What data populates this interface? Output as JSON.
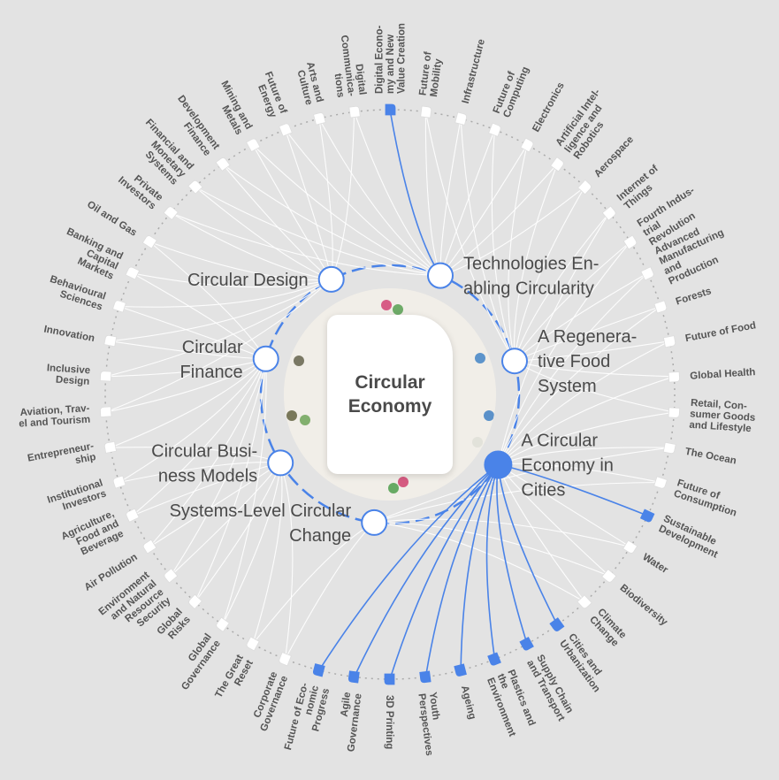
{
  "center": {
    "title": "Circular\nEconomy"
  },
  "colors": {
    "highlight": "#4a83e8",
    "link": "#ffffff",
    "ring": "#aaaaaa",
    "text": "#555555"
  },
  "selected_topic": "A Circular Economy in Cities",
  "inner_topics": [
    {
      "label": "Technologies Enabling Circularity",
      "lines": [
        "Technologies En-",
        "abling Circularity"
      ],
      "highlight": false
    },
    {
      "label": "A Regenerative Food System",
      "lines": [
        "A Regenera-",
        "tive Food",
        "System"
      ],
      "highlight": false
    },
    {
      "label": "A Circular Economy in Cities",
      "lines": [
        "A Circular",
        "Economy in",
        "Cities"
      ],
      "highlight": true
    },
    {
      "label": "Systems-Level Circular Change",
      "lines": [
        "Systems-Level Circular",
        "Change"
      ],
      "highlight": false
    },
    {
      "label": "Circular Business Models",
      "lines": [
        "Circular Busi-",
        "ness Models"
      ],
      "highlight": false
    },
    {
      "label": "Circular Finance",
      "lines": [
        "Circular",
        "Finance"
      ],
      "highlight": false
    },
    {
      "label": "Circular Design",
      "lines": [
        "Circular Design"
      ],
      "highlight": false
    }
  ],
  "outer_topics": [
    {
      "label": "Digital Economy and New Value Creation",
      "lines": [
        "Digital Econo-",
        "my and New",
        "Value Creation"
      ],
      "highlight": true
    },
    {
      "label": "Future of Mobility",
      "lines": [
        "Future of",
        "Mobility"
      ],
      "highlight": false
    },
    {
      "label": "Infrastructure",
      "lines": [
        "Infrastructure"
      ],
      "highlight": false
    },
    {
      "label": "Future of Computing",
      "lines": [
        "Future of",
        "Computing"
      ],
      "highlight": false
    },
    {
      "label": "Electronics",
      "lines": [
        "Electronics"
      ],
      "highlight": false
    },
    {
      "label": "Artificial Intelligence and Robotics",
      "lines": [
        "Artificial Intel-",
        "ligence and",
        "Robotics"
      ],
      "highlight": false
    },
    {
      "label": "Aerospace",
      "lines": [
        "Aerospace"
      ],
      "highlight": false
    },
    {
      "label": "Internet of Things",
      "lines": [
        "Internet of",
        "Things"
      ],
      "highlight": false
    },
    {
      "label": "Fourth Industrial Revolution",
      "lines": [
        "Fourth Indus-",
        "trial",
        "Revolution"
      ],
      "highlight": false
    },
    {
      "label": "Advanced Manufacturing and Production",
      "lines": [
        "Advanced",
        "Manufacturing",
        "and",
        "Production"
      ],
      "highlight": false
    },
    {
      "label": "Forests",
      "lines": [
        "Forests"
      ],
      "highlight": false
    },
    {
      "label": "Future of Food",
      "lines": [
        "Future of Food"
      ],
      "highlight": false
    },
    {
      "label": "Global Health",
      "lines": [
        "Global Health"
      ],
      "highlight": false
    },
    {
      "label": "Retail, Consumer Goods and Lifestyle",
      "lines": [
        "Retail, Con-",
        "sumer Goods",
        "and Lifestyle"
      ],
      "highlight": false
    },
    {
      "label": "The Ocean",
      "lines": [
        "The Ocean"
      ],
      "highlight": false
    },
    {
      "label": "Future of Consumption",
      "lines": [
        "Future of",
        "Consumption"
      ],
      "highlight": false
    },
    {
      "label": "Sustainable Development",
      "lines": [
        "Sustainable",
        "Development"
      ],
      "highlight": true
    },
    {
      "label": "Water",
      "lines": [
        "Water"
      ],
      "highlight": false
    },
    {
      "label": "Biodiversity",
      "lines": [
        "Biodiversity"
      ],
      "highlight": false
    },
    {
      "label": "Climate Change",
      "lines": [
        "Climate",
        "Change"
      ],
      "highlight": false
    },
    {
      "label": "Cities and Urbanization",
      "lines": [
        "Cities and",
        "Urbanization"
      ],
      "highlight": true
    },
    {
      "label": "Supply Chain and Transport",
      "lines": [
        "Supply Chain",
        "and Transport"
      ],
      "highlight": true
    },
    {
      "label": "Plastics and the Environment",
      "lines": [
        "Plastics and",
        "the",
        "Environment"
      ],
      "highlight": true
    },
    {
      "label": "Ageing",
      "lines": [
        "Ageing"
      ],
      "highlight": true
    },
    {
      "label": "Youth Perspectives",
      "lines": [
        "Youth",
        "Perspectives"
      ],
      "highlight": true
    },
    {
      "label": "3D Printing",
      "lines": [
        "3D Printing"
      ],
      "highlight": true
    },
    {
      "label": "Agile Governance",
      "lines": [
        "Agile",
        "Governance"
      ],
      "highlight": true
    },
    {
      "label": "Future of Economic Progress",
      "lines": [
        "Future of Eco-",
        "nomic",
        "Progress"
      ],
      "highlight": true
    },
    {
      "label": "Corporate Governance",
      "lines": [
        "Corporate",
        "Governance"
      ],
      "highlight": false
    },
    {
      "label": "The Great Reset",
      "lines": [
        "The Great",
        "Reset"
      ],
      "highlight": false
    },
    {
      "label": "Global Governance",
      "lines": [
        "Global",
        "Governance"
      ],
      "highlight": false
    },
    {
      "label": "Global Risks",
      "lines": [
        "Global",
        "Risks"
      ],
      "highlight": false
    },
    {
      "label": "Environment and Natural Resource Security",
      "lines": [
        "Environment",
        "and Natural",
        "Resource",
        "Security"
      ],
      "highlight": false
    },
    {
      "label": "Air Pollution",
      "lines": [
        "Air Pollution"
      ],
      "highlight": false
    },
    {
      "label": "Agriculture, Food and Beverage",
      "lines": [
        "Agriculture,",
        "Food and",
        "Beverage"
      ],
      "highlight": false
    },
    {
      "label": "Institutional Investors",
      "lines": [
        "Institutional",
        "Investors"
      ],
      "highlight": false
    },
    {
      "label": "Entrepreneurship",
      "lines": [
        "Entrepreneur-",
        "ship"
      ],
      "highlight": false
    },
    {
      "label": "Aviation, Travel and Tourism",
      "lines": [
        "Aviation, Trav-",
        "el and Tourism"
      ],
      "highlight": false
    },
    {
      "label": "Inclusive Design",
      "lines": [
        "Inclusive",
        "Design"
      ],
      "highlight": false
    },
    {
      "label": "Innovation",
      "lines": [
        "Innovation"
      ],
      "highlight": false
    },
    {
      "label": "Behavioural Sciences",
      "lines": [
        "Behavioural",
        "Sciences"
      ],
      "highlight": false
    },
    {
      "label": "Banking and Capital Markets",
      "lines": [
        "Banking and",
        "Capital",
        "Markets"
      ],
      "highlight": false
    },
    {
      "label": "Oil and Gas",
      "lines": [
        "Oil and Gas"
      ],
      "highlight": false
    },
    {
      "label": "Private Investors",
      "lines": [
        "Private",
        "Investors"
      ],
      "highlight": false
    },
    {
      "label": "Financial and Monetary Systems",
      "lines": [
        "Financial and",
        "Monetary",
        "Systems"
      ],
      "highlight": false
    },
    {
      "label": "Development Finance",
      "lines": [
        "Development",
        "Finance"
      ],
      "highlight": false
    },
    {
      "label": "Mining and Metals",
      "lines": [
        "Mining and",
        "Metals"
      ],
      "highlight": false
    },
    {
      "label": "Future of Energy",
      "lines": [
        "Future of",
        "Energy"
      ],
      "highlight": false
    },
    {
      "label": "Arts and Culture",
      "lines": [
        "Arts and",
        "Culture"
      ],
      "highlight": false
    },
    {
      "label": "Digital Communications",
      "lines": [
        "Digital",
        "Communica-",
        "tions"
      ],
      "highlight": false
    }
  ]
}
